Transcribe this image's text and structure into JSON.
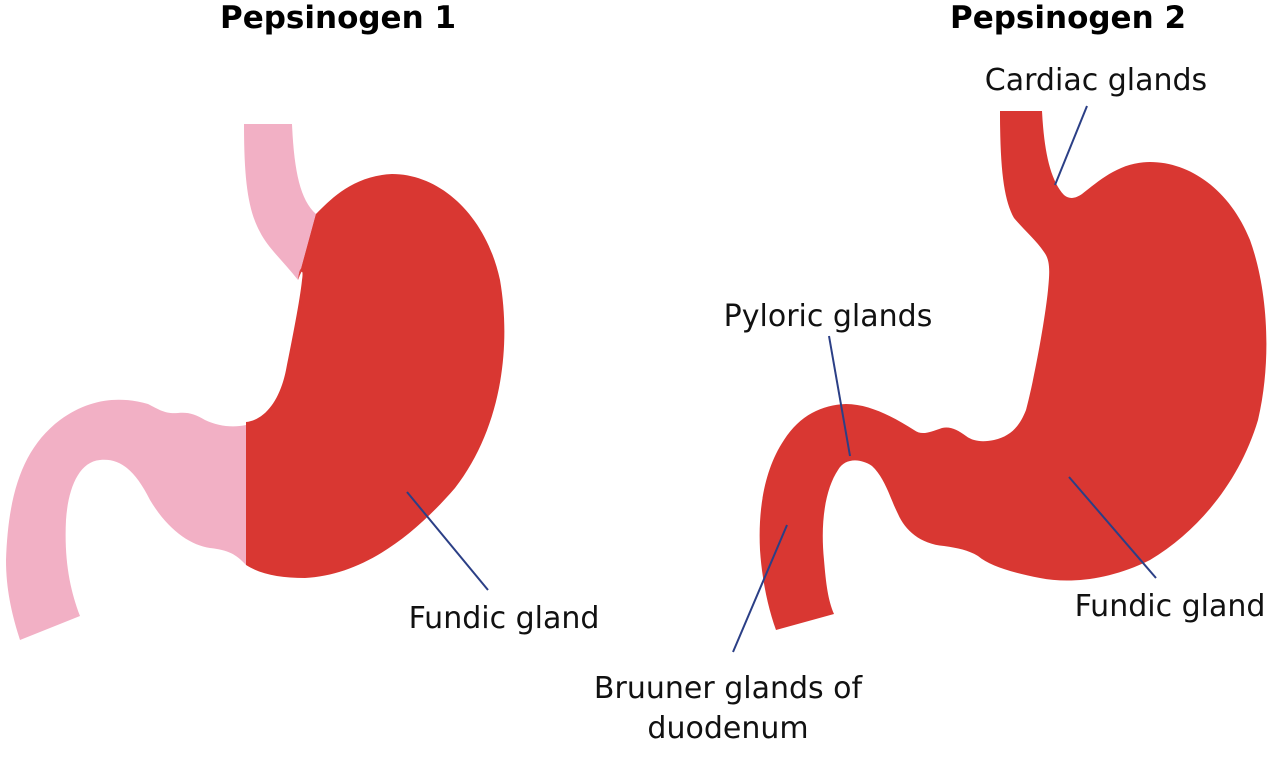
{
  "colors": {
    "active_region": "#d93732",
    "inactive_region": "#f2b0c5",
    "leader_line": "#2b3f86"
  },
  "panels": [
    {
      "title": "Pepsinogen 1",
      "labels": [
        "Fundic gland"
      ]
    },
    {
      "title": "Pepsinogen 2",
      "labels": [
        "Cardiac glands",
        "Pyloric glands",
        "Fundic gland",
        "Bruuner glands of",
        "duodenum"
      ]
    }
  ]
}
